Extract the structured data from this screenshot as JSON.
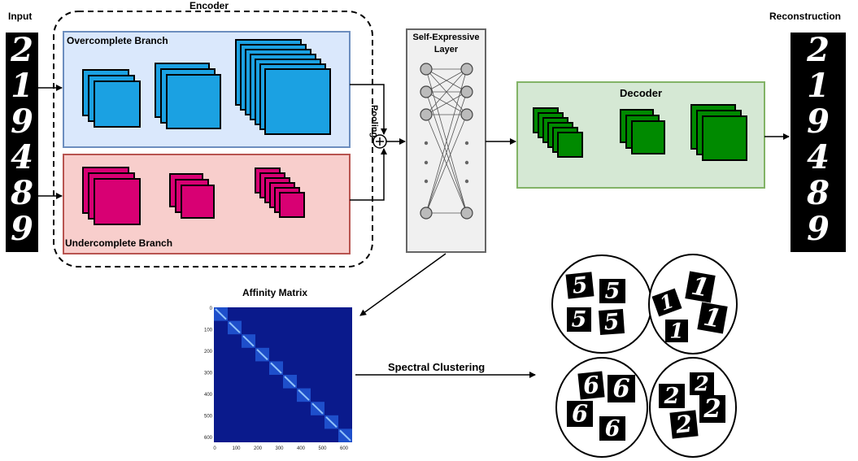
{
  "labels": {
    "input": "Input",
    "encoder": "Encoder",
    "overcomplete": "Overcomplete Branch",
    "undercomplete": "Undercomplete Branch",
    "pooling": "Pooling",
    "self_expressive_1": "Self-Expressive",
    "self_expressive_2": "Layer",
    "decoder": "Decoder",
    "reconstruction": "Reconstruction",
    "affinity": "Affinity Matrix",
    "spectral": "Spectral Clustering"
  },
  "digits": {
    "input": [
      "2",
      "1",
      "9",
      "4",
      "8",
      "9"
    ],
    "output": [
      "2",
      "1",
      "9",
      "4",
      "8",
      "9"
    ]
  },
  "affinity_axis": {
    "y_ticks": [
      "0",
      "100",
      "200",
      "300",
      "400",
      "500",
      "600"
    ],
    "x_ticks": [
      "0",
      "100",
      "200",
      "300",
      "400",
      "500",
      "600"
    ]
  },
  "clusters": [
    {
      "digit": "5"
    },
    {
      "digit": "1"
    },
    {
      "digit": "6"
    },
    {
      "digit": "2"
    }
  ],
  "colors": {
    "overcomplete_fill": "#dae8fc",
    "overcomplete_border": "#6c8ebf",
    "undercomplete_fill": "#f8cecc",
    "undercomplete_border": "#b85450",
    "decoder_fill": "#d5e8d4",
    "decoder_border": "#82b366",
    "blue_block": "#1ba1e2",
    "magenta_block": "#d80073",
    "green_block": "#008a00",
    "affinity_bg": "#0a1a8c",
    "affinity_diag": "#2f7cff"
  }
}
